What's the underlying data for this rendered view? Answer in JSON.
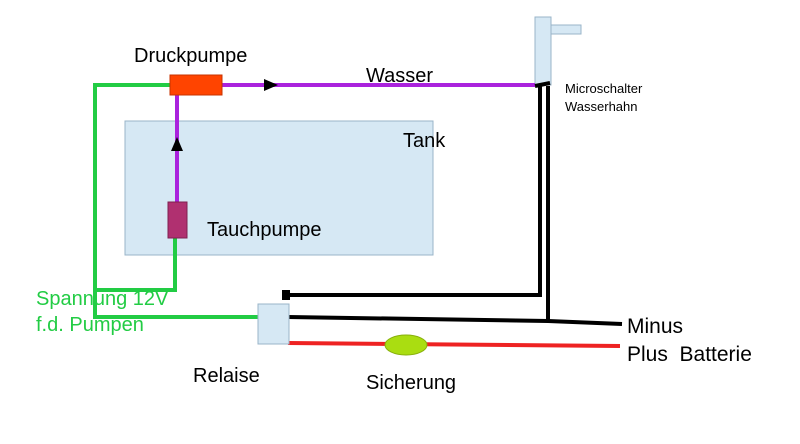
{
  "labels": {
    "druckpumpe": "Druckpumpe",
    "wasser": "Wasser",
    "microschalter_1": "Microschalter",
    "microschalter_2": "Wasserhahn",
    "tank": "Tank",
    "tauchpumpe": "Tauchpumpe",
    "spannung_1": "Spannung 12V",
    "spannung_2": "f.d. Pumpen",
    "relaise": "Relaise",
    "sicherung": "Sicherung",
    "minus": "Minus",
    "plus": "Plus  Batterie"
  },
  "colors": {
    "water": "#aa22dd",
    "power": "#22cc44",
    "signal": "#000000",
    "plus": "#ee2222",
    "tank": "#d6e8f4",
    "druckpumpe": "#ff4400",
    "tauchpumpe": "#b03070",
    "sicherung": "#aadd11",
    "component": "#d6e8f4"
  }
}
